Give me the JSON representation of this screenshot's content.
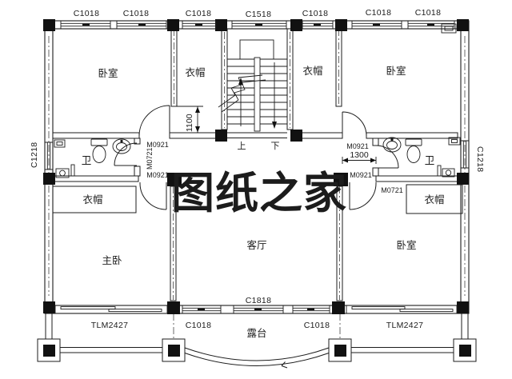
{
  "plan": {
    "watermark": {
      "text": "图纸之家",
      "color": "#d5393b"
    },
    "rooms": {
      "bedroom_top_left": "卧室",
      "closet_top_left": "衣帽",
      "closet_top_right": "衣帽",
      "bedroom_top_right": "卧室",
      "bath_left": "卫",
      "bath_right": "卫",
      "wardrobe_left": "衣帽",
      "wardrobe_right": "衣帽",
      "master_bedroom": "主卧",
      "living_room": "客厅",
      "bedroom_bottom_right": "卧室",
      "terrace": "露台"
    },
    "stairs": {
      "up": "上",
      "down": "下"
    },
    "windows_top": [
      "C1018",
      "C1018",
      "C1018",
      "C1518",
      "C1018",
      "C1018",
      "C1018"
    ],
    "windows_side": {
      "left": "C1218",
      "right": "C1218"
    },
    "openings_bottom": [
      "TLM2427",
      "C1018",
      "C1818",
      "C1018",
      "TLM2427"
    ],
    "door_labels": {
      "bedroom_door": "M0921",
      "bath_door": "M0721"
    },
    "dimensions": {
      "closet_opening": "1100",
      "hall_width": "1300"
    }
  }
}
